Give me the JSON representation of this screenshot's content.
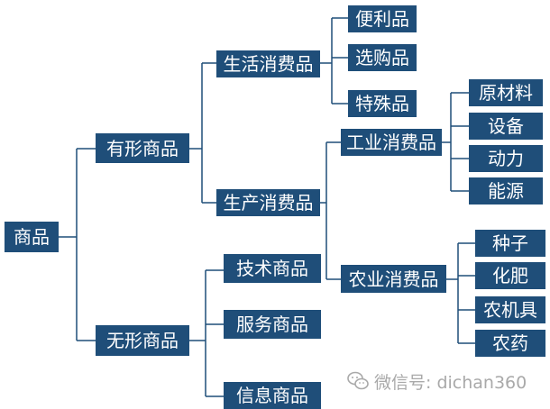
{
  "root": "商品",
  "level1": {
    "tangible": "有形商品",
    "intangible": "无形商品"
  },
  "level2": {
    "consumer_goods": "生活消费品",
    "production_goods": "生产消费品",
    "tech_goods": "技术商品",
    "service_goods": "服务商品",
    "info_goods": "信息商品"
  },
  "consumer_items": [
    "便利品",
    "选购品",
    "特殊品"
  ],
  "production_sub": {
    "industrial": "工业消费品",
    "agricultural": "农业消费品"
  },
  "industrial_items": [
    "原材料",
    "设备",
    "动力",
    "能源"
  ],
  "agricultural_items": [
    "种子",
    "化肥",
    "农机具",
    "农药"
  ],
  "watermark": "微信号: dichan360",
  "colors": {
    "node_bg": "#1f4e79",
    "node_text": "#ffffff",
    "line": "#1f4e79",
    "watermark": "#a9a9a9"
  }
}
